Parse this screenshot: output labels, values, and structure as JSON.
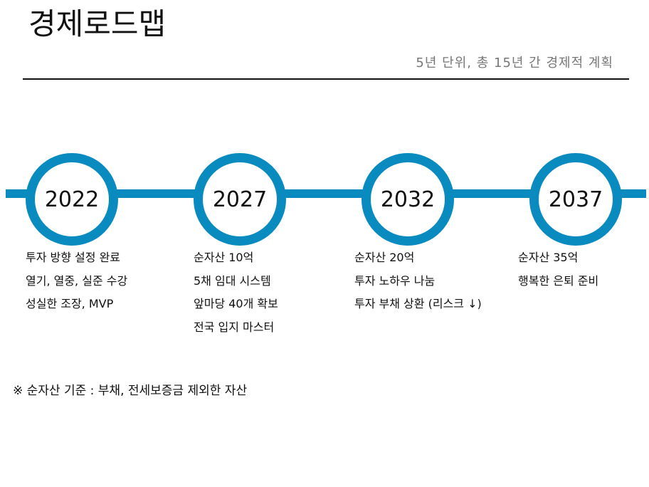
{
  "title": "경제로드맵",
  "subtitle": "5년 단위, 총 15년 간 경제적 계획",
  "accent_color": "#0a8bbf",
  "milestones": [
    {
      "year": "2022",
      "items": [
        "투자 방향 설정 완료",
        "열기, 열중, 실준 수강",
        "성실한 조장, MVP"
      ]
    },
    {
      "year": "2027",
      "items": [
        "순자산 10억",
        "5채 임대 시스템",
        "앞마당 40개 확보",
        "전국 입지 마스터"
      ]
    },
    {
      "year": "2032",
      "items": [
        "순자산 20억",
        "투자 노하우 나눔",
        "투자 부채 상환 (리스크 ↓)"
      ]
    },
    {
      "year": "2037",
      "items": [
        "순자산 35억",
        "행복한 은퇴 준비"
      ]
    }
  ],
  "footnote": "※ 순자산 기준 : 부채, 전세보증금 제외한 자산"
}
